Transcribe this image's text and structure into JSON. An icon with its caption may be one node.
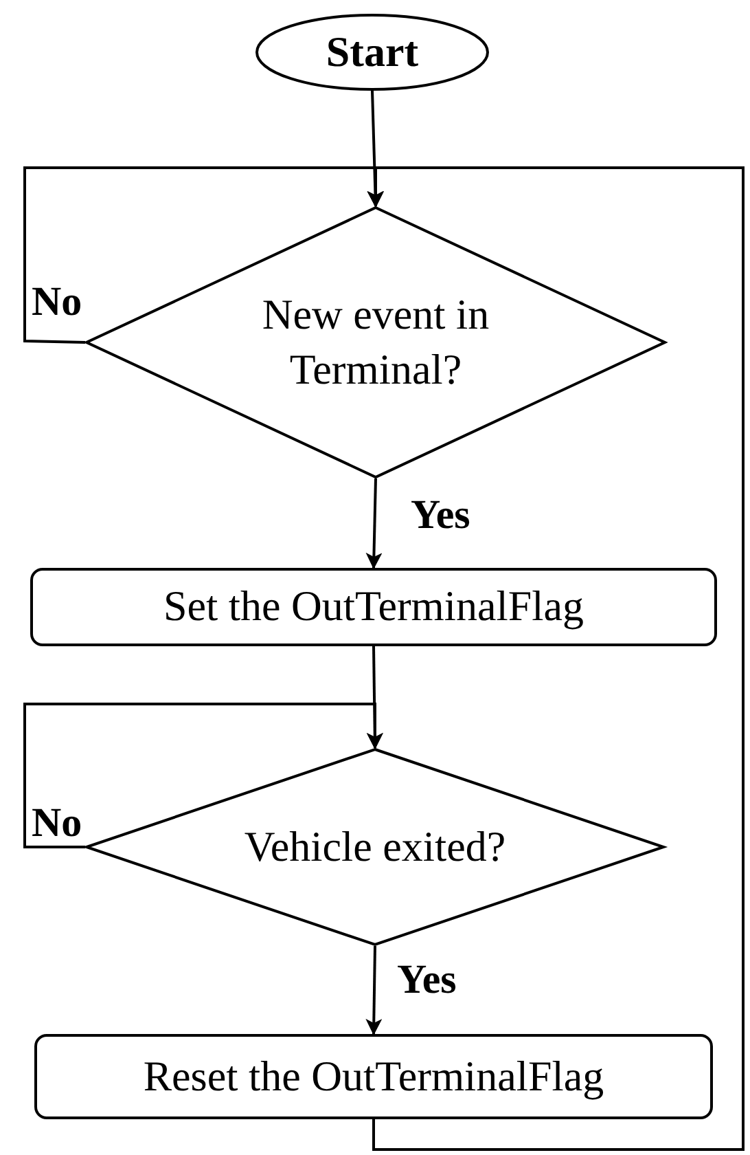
{
  "diagram": {
    "nodes": [
      {
        "text": [
          "Start"
        ]
      },
      {
        "text": [
          "New event in Terminal?"
        ]
      },
      {
        "text": [
          "Set the OutTerminalFlag"
        ]
      },
      {
        "text": [
          "Vehicle exited?"
        ]
      },
      {
        "text": [
          "Reset the OutTerminalFlag"
        ]
      }
    ],
    "edges": [
      {
        "from": 0,
        "to": 1,
        "arrow": "to"
      },
      {
        "from": 1,
        "to": 1,
        "arrow": "to",
        "label": "No"
      },
      {
        "from": 4,
        "to": 1,
        "arrow": "to"
      },
      {
        "from": 1,
        "to": 2,
        "arrow": "to",
        "label": "Yes"
      },
      {
        "from": 2,
        "to": 3,
        "arrow": "to"
      },
      {
        "from": 3,
        "to": 3,
        "arrow": "to",
        "label": "No"
      },
      {
        "from": 3,
        "to": 4,
        "arrow": "to",
        "label": "Yes"
      }
    ]
  }
}
